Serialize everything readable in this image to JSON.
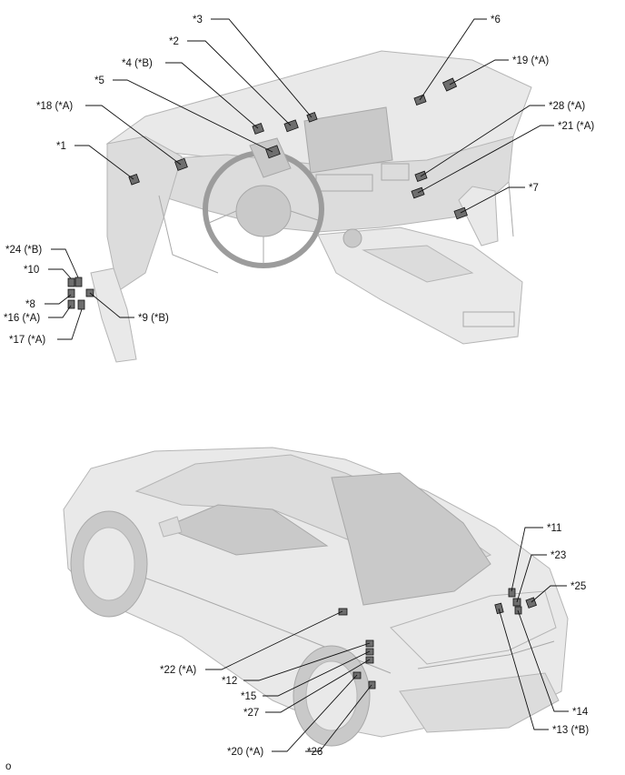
{
  "figure_id": "o",
  "interior_callouts": [
    {
      "key": "p3",
      "text": "*3"
    },
    {
      "key": "p6",
      "text": "*6"
    },
    {
      "key": "p2",
      "text": "*2"
    },
    {
      "key": "p19",
      "text": "*19 (*A)"
    },
    {
      "key": "p4",
      "text": "*4 (*B)"
    },
    {
      "key": "p5",
      "text": "*5"
    },
    {
      "key": "p18",
      "text": "*18 (*A)"
    },
    {
      "key": "p28",
      "text": "*28 (*A)"
    },
    {
      "key": "p21",
      "text": "*21 (*A)"
    },
    {
      "key": "p1",
      "text": "*1"
    },
    {
      "key": "p7",
      "text": "*7"
    },
    {
      "key": "p24",
      "text": "*24 (*B)"
    },
    {
      "key": "p10",
      "text": "*10"
    },
    {
      "key": "p8",
      "text": "*8"
    },
    {
      "key": "p16",
      "text": "*16 (*A)"
    },
    {
      "key": "p9",
      "text": "*9 (*B)"
    },
    {
      "key": "p17",
      "text": "*17 (*A)"
    }
  ],
  "exterior_callouts": [
    {
      "key": "p11",
      "text": "*11"
    },
    {
      "key": "p23",
      "text": "*23"
    },
    {
      "key": "p25",
      "text": "*25"
    },
    {
      "key": "p22",
      "text": "*22 (*A)"
    },
    {
      "key": "p12",
      "text": "*12"
    },
    {
      "key": "p15",
      "text": "*15"
    },
    {
      "key": "p27",
      "text": "*27"
    },
    {
      "key": "p14",
      "text": "*14"
    },
    {
      "key": "p13",
      "text": "*13 (*B)"
    },
    {
      "key": "p20",
      "text": "*20 (*A)"
    },
    {
      "key": "p26",
      "text": "*26"
    }
  ]
}
